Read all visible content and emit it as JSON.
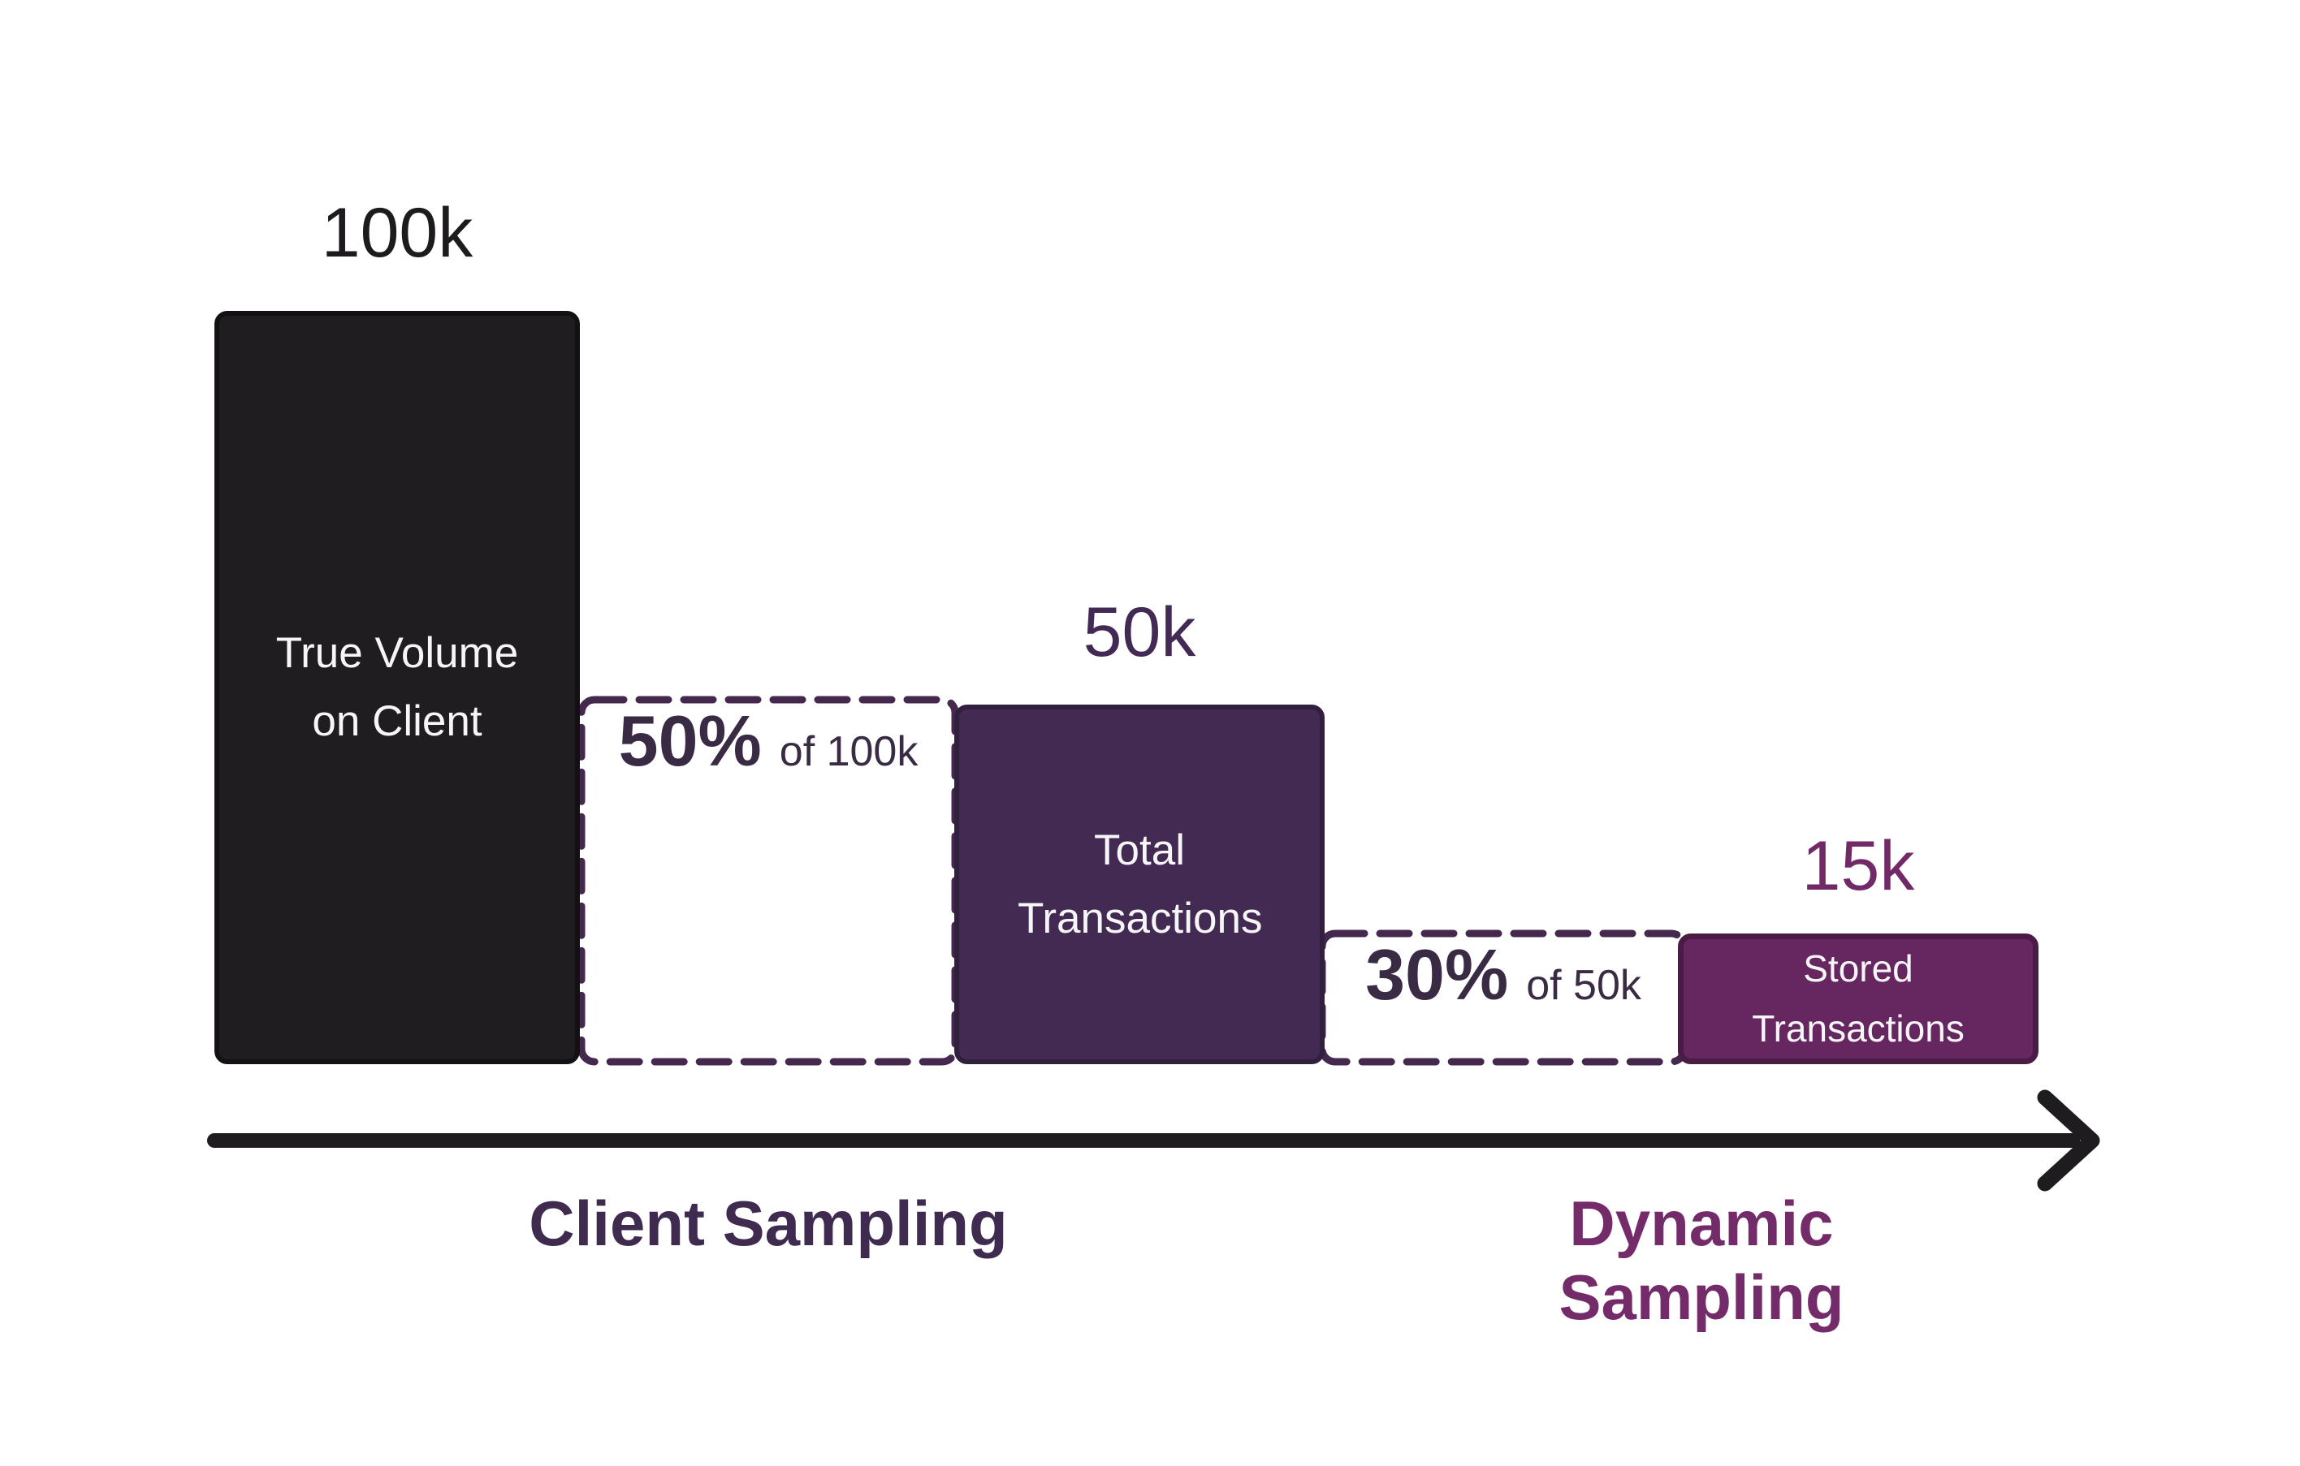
{
  "diagram": {
    "stages": [
      {
        "value": "100k",
        "label": "True Volume on Client"
      },
      {
        "value": "50k",
        "label": "Total Transactions"
      },
      {
        "value": "15k",
        "label": "Stored Transactions"
      }
    ],
    "sampling_steps": [
      {
        "pct": "50%",
        "of": "of 100k"
      },
      {
        "pct": "30%",
        "of": "of 50k"
      }
    ],
    "axis": {
      "left": "Client Sampling",
      "right": "Dynamic Sampling"
    },
    "colors": {
      "background": "#ffffff",
      "bar_true_volume": "#1f1d1f",
      "bar_total_transactions": "#422a53",
      "bar_stored_transactions": "#662660",
      "dashed_outline": "#44284e",
      "arrow": "#1e1c1e",
      "label_client_sampling": "#3e2b4f",
      "label_dynamic_sampling": "#742b69"
    }
  }
}
